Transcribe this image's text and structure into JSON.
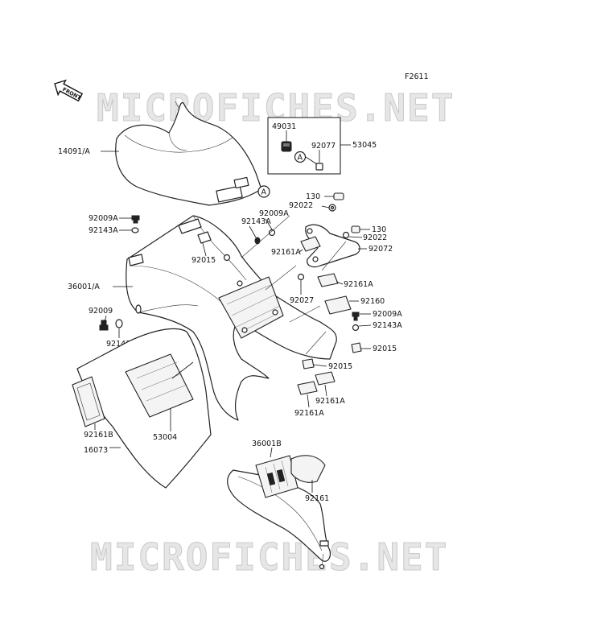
{
  "figure_code": "F2611",
  "watermark": "MICROFICHES.NET",
  "front_badge": "FRONT",
  "reference_marker": "A",
  "callouts": {
    "c14091A": "14091/A",
    "c49031": "49031",
    "c92077": "92077",
    "c53045": "53045",
    "c130a": "130",
    "c92022a": "92022",
    "c92009Aa": "92009A",
    "c92143Aa": "92143A",
    "c92009Ab": "92009A",
    "c92143Ab": "92143A",
    "c130b": "130",
    "c92022b": "92022",
    "c92015a": "92015",
    "c92161Aa": "92161A",
    "c92072": "92072",
    "c36001A": "36001/A",
    "c92161Ab": "92161A",
    "c92027": "92027",
    "c92160": "92160",
    "c92009Ac": "92009A",
    "c92143Ac": "92143A",
    "c92009": "92009",
    "c92143": "92143",
    "c92015b": "92015",
    "c92015c": "92015",
    "c92161Ac": "92161A",
    "c92161Ad": "92161A",
    "c92161B": "92161B",
    "c53004": "53004",
    "c16073": "16073",
    "c36001B": "36001B",
    "c92161": "92161"
  }
}
